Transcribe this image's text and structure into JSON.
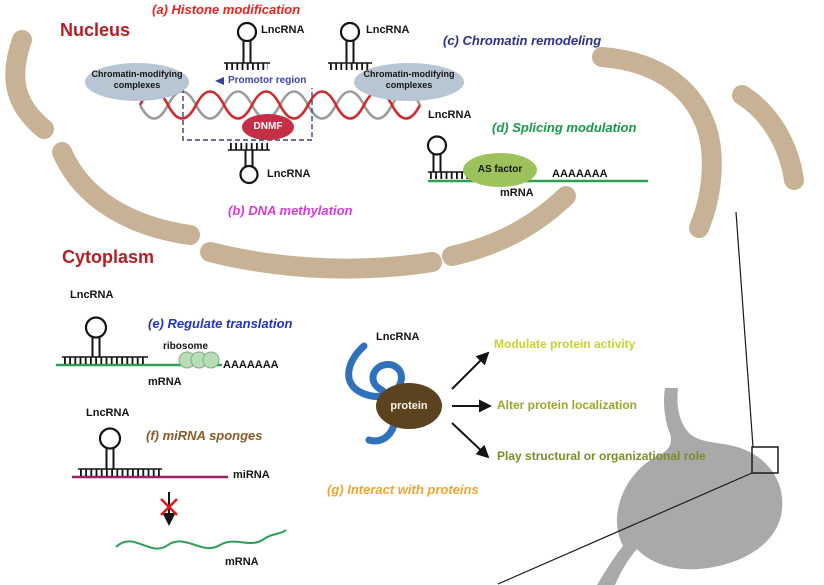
{
  "titles": {
    "nucleus": "Nucleus",
    "cytoplasm": "Cytoplasm"
  },
  "sections": {
    "a": "(a) Histone modification",
    "b": "(b) DNA methylation",
    "c": "(c) Chromatin remodeling",
    "d": "(d) Splicing modulation",
    "e": "(e) Regulate translation",
    "f": "(f) miRNA sponges",
    "g": "(g) Interact with proteins"
  },
  "labels": {
    "lncrna": "LncRNA",
    "chromatin_line1": "Chromatin-modifying",
    "chromatin_line2": "complexes",
    "promotor": "Promotor region",
    "dnmf": "DNMF",
    "as_factor": "AS factor",
    "mrna": "mRNA",
    "polya": "AAAAAAA",
    "ribosome": "ribosome",
    "mirna": "miRNA",
    "protein": "protein"
  },
  "protein_functions": [
    "Modulate protein activity",
    "Alter protein localization",
    "Play structural or organizational role"
  ],
  "colors": {
    "title_text": "#b41f24",
    "section_a": "#e8231f",
    "section_b": "#d93ad9",
    "section_c": "#2b2f8f",
    "section_d": "#159a47",
    "section_e": "#2233c4",
    "section_f": "#8a5a2a",
    "section_g": "#f0a431",
    "promoter_text": "#4040bf",
    "function_1": "#cbd02c",
    "function_2": "#9fa42c",
    "function_3": "#7c8b28",
    "nuclear_envelope": "#c8b295",
    "dna_strand_red": "#cf2b2b",
    "dna_strand_gray": "#9b9b9b",
    "chromatin_complex_fill": "#b7c6d2",
    "dnmf_fill": "#c42f47",
    "as_factor_fill": "#9dc25b",
    "mrna_green": "#2f9e55",
    "mirna_purple": "#9c2063",
    "ribosome_fill": "#b8dcb4",
    "protein_fill": "#5c431f",
    "protein_text": "#f7f3e8",
    "lncrna_ribbon": "#2f72bb",
    "stomach": "#a9a9a9"
  }
}
